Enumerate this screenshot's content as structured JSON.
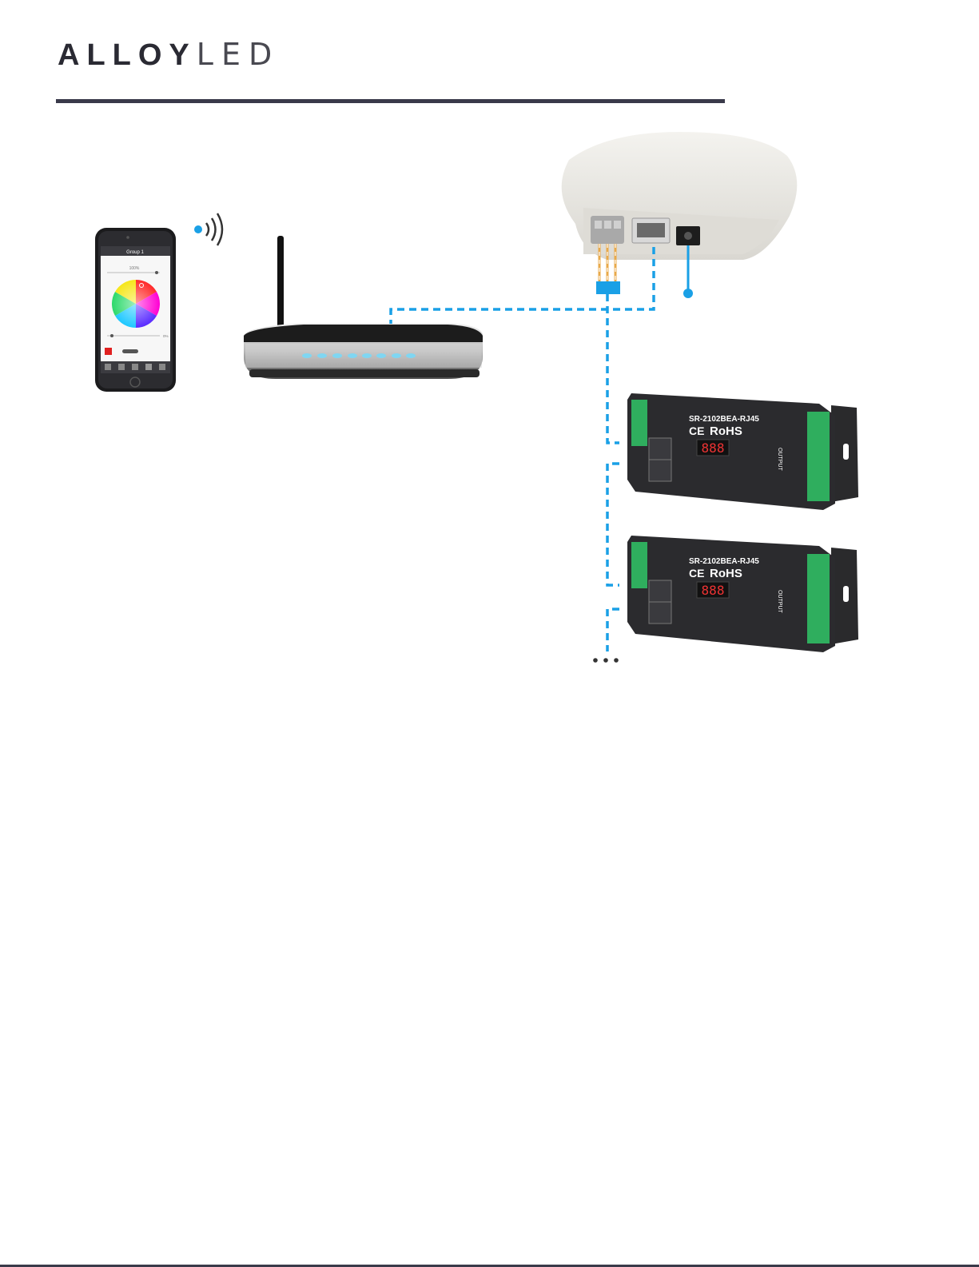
{
  "brand": {
    "logo_bold": "ALLOY",
    "logo_thin": "LED"
  },
  "phone": {
    "screen_title": "Group 1",
    "brightness_value": "100%",
    "slider_value": "0%"
  },
  "decoders": [
    {
      "model": "SR-2102BEA-RJ45",
      "certifications": "RoHS",
      "display": "888",
      "output_label": "OUTPUT"
    },
    {
      "model": "SR-2102BEA-RJ45",
      "certifications": "RoHS",
      "display": "888",
      "output_label": "OUTPUT"
    }
  ],
  "continuation": "...",
  "colors": {
    "wire_blue": "#1aa0e6",
    "rule": "#3a3a4a",
    "decoder_body": "#2b2b2e",
    "terminal_green": "#2fae5e",
    "hub_body": "#ecebe7"
  }
}
